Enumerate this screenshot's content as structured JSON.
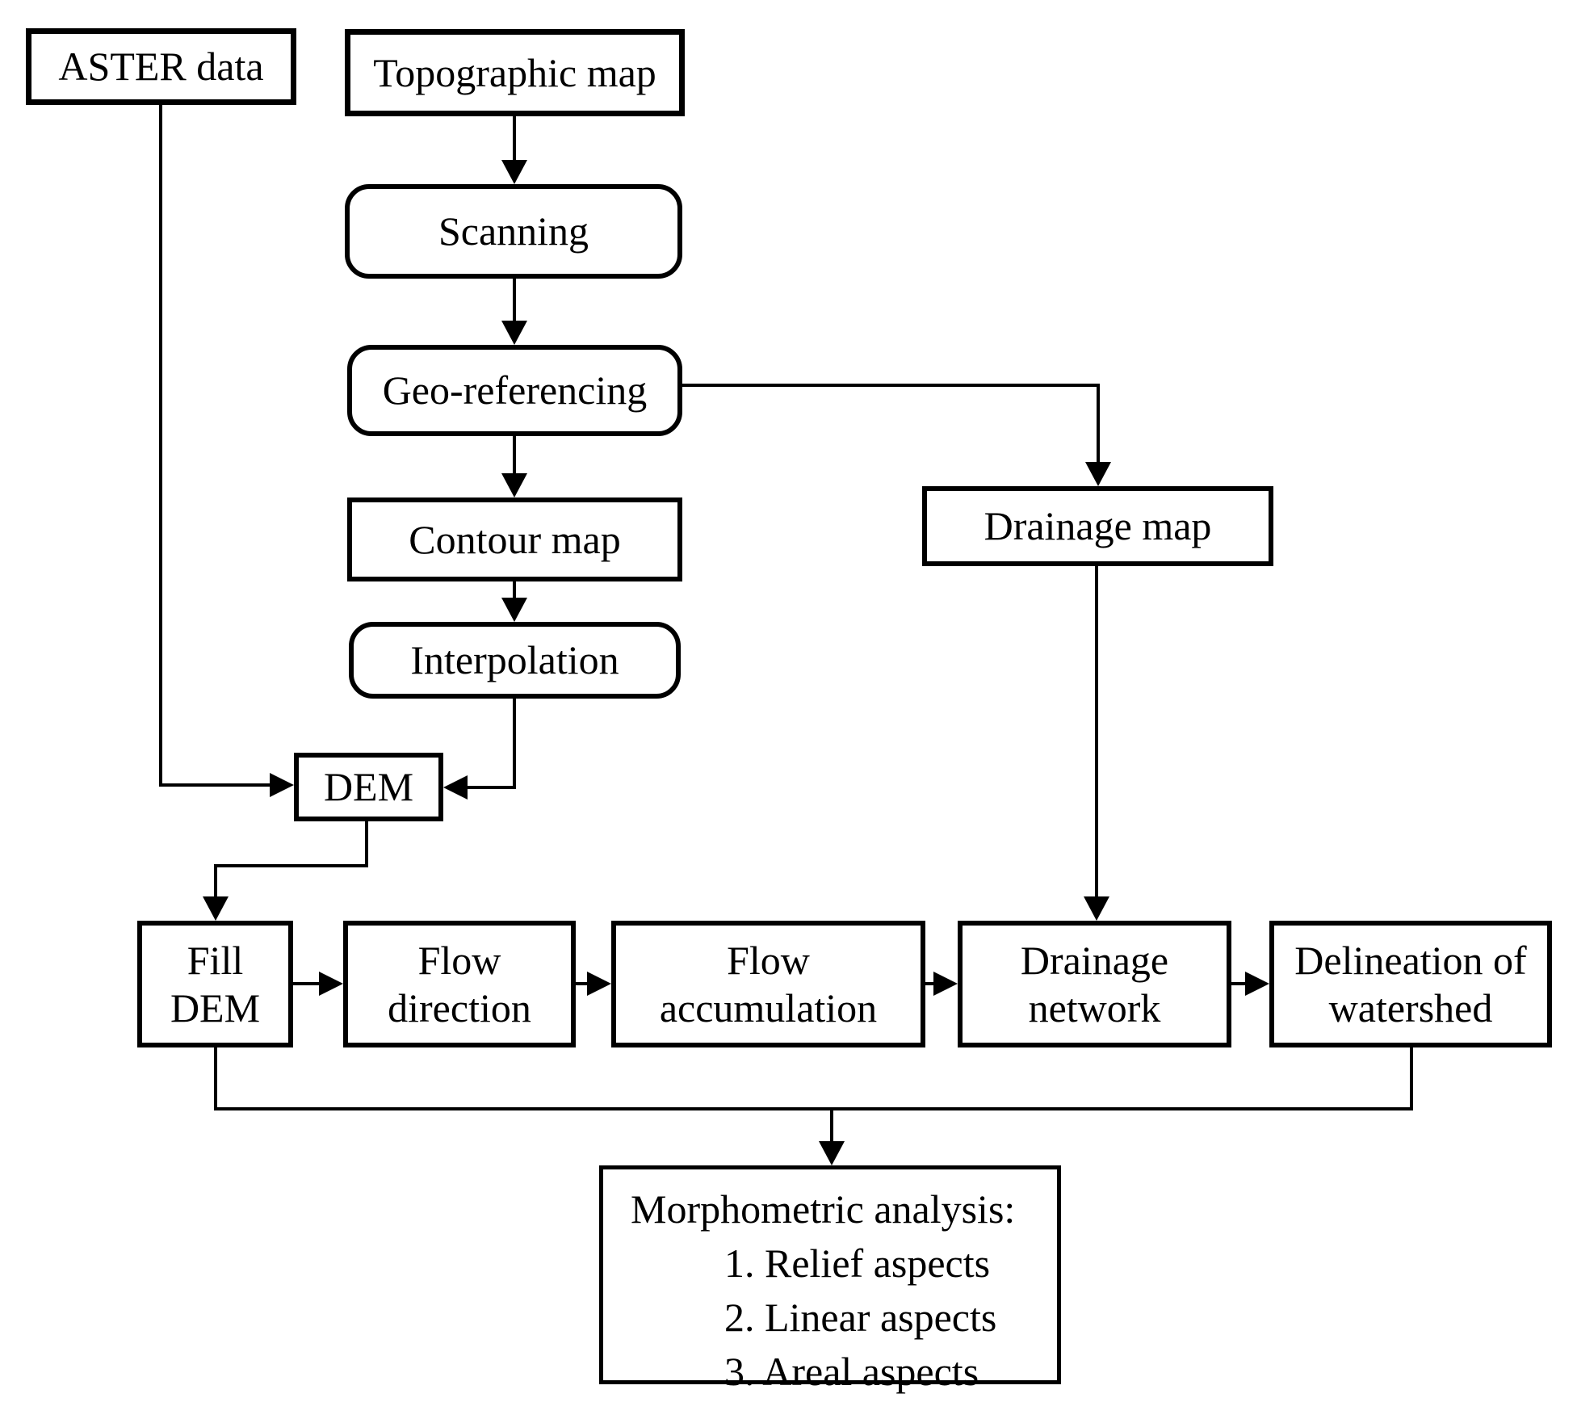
{
  "nodes": {
    "aster": {
      "label": "ASTER data"
    },
    "topographic_map": {
      "label": "Topographic map"
    },
    "scanning": {
      "label": "Scanning"
    },
    "geo_referencing": {
      "label": "Geo-referencing"
    },
    "contour_map": {
      "label": "Contour map"
    },
    "interpolation": {
      "label": "Interpolation"
    },
    "dem": {
      "label": "DEM"
    },
    "drainage_map": {
      "label": "Drainage map"
    },
    "fill_dem": {
      "label": "Fill DEM"
    },
    "flow_direction": {
      "label": "Flow direction"
    },
    "flow_accumulation": {
      "label": "Flow accumulation"
    },
    "drainage_network": {
      "label": "Drainage network"
    },
    "delineation_of_watershed": {
      "label": "Delineation of watershed"
    },
    "morphometric_analysis": {
      "heading": "Morphometric analysis:",
      "items": [
        "1. Relief aspects",
        "2. Linear aspects",
        "3. Areal aspects"
      ]
    }
  },
  "colors": {
    "line": "#000000",
    "background": "#ffffff",
    "box_fill": "#ffffff",
    "text": "#000000"
  }
}
